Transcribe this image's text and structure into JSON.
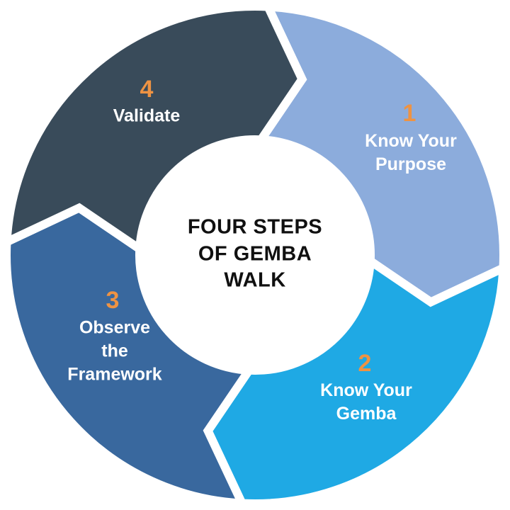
{
  "title": {
    "text": "FOUR STEPS\nOF GEMBA\nWALK"
  },
  "segments": [
    {
      "number": "1",
      "label": "Know Your\nPurpose",
      "color": "#8CACDC",
      "position": "top-right"
    },
    {
      "number": "2",
      "label": "Know Your\nGemba",
      "color": "#1FA9E4",
      "position": "bottom-right"
    },
    {
      "number": "3",
      "label": "Observe\nthe\nFramework",
      "color": "#39689E",
      "position": "bottom-left"
    },
    {
      "number": "4",
      "label": "Validate",
      "color": "#394B5A",
      "position": "top-left"
    }
  ],
  "colors": {
    "number_accent": "#EE9343",
    "label_text": "#FFFFFF",
    "title_text": "#101010",
    "background": "#FFFFFF",
    "gap": "#FFFFFF",
    "center_circle": "#FFFFFF"
  }
}
